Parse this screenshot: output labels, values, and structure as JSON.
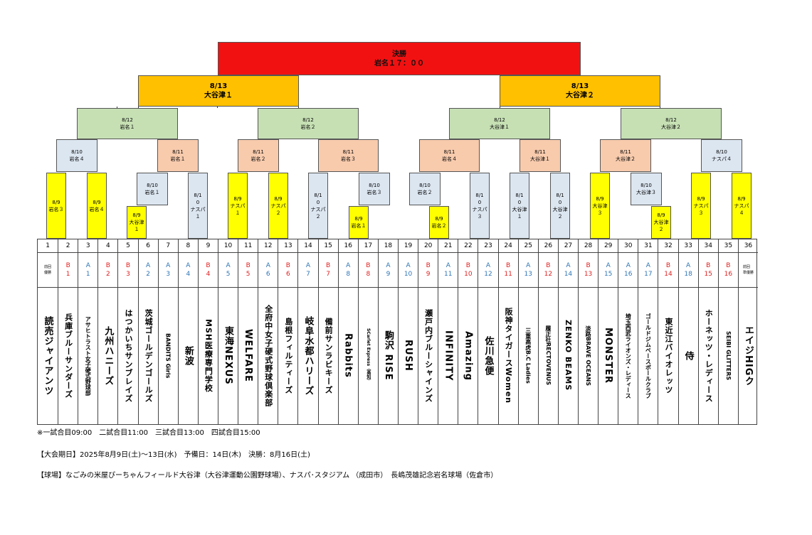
{
  "chart_data": {
    "type": "table",
    "final": {
      "line1": "決勝",
      "line2": "岩名１７：００"
    },
    "semifinals": [
      {
        "line1": "8/13",
        "line2": "大谷津１"
      },
      {
        "line1": "8/13",
        "line2": "大谷津２"
      }
    ],
    "quarterfinals": [
      {
        "line1": "8/12",
        "line2": "岩名１"
      },
      {
        "line1": "8/12",
        "line2": "岩名２"
      },
      {
        "line1": "8/12",
        "line2": "大谷津１"
      },
      {
        "line1": "8/12",
        "line2": "大谷津２"
      }
    ],
    "round16": [
      {
        "line1": "8/10",
        "line2": "岩名４"
      },
      {
        "line1": "8/11",
        "line2": "岩名１"
      },
      {
        "line1": "8/11",
        "line2": "岩名２"
      },
      {
        "line1": "8/11",
        "line2": "岩名３"
      },
      {
        "line1": "8/11",
        "line2": "岩名４"
      },
      {
        "line1": "8/11",
        "line2": "大谷津１"
      },
      {
        "line1": "8/11",
        "line2": "大谷津２"
      },
      {
        "line1": "8/10",
        "line2": "ナスパ４"
      }
    ],
    "round32": [
      {
        "text": "8/9\n岩名３"
      },
      {
        "text": "8/9\n岩名４"
      },
      {
        "text": "8/10\n岩名１"
      },
      {
        "text": "8/1\n0\nナスパ\n１"
      },
      {
        "text": "8/9\nナスパ\n１"
      },
      {
        "text": "8/9\nナスパ\n２"
      },
      {
        "text": "8/1\n0\nナスパ\n２"
      },
      {
        "text": "8/10\n岩名３"
      },
      {
        "text": "8/10\n岩名２"
      },
      {
        "text": "8/1\n0\nナスパ\n３"
      },
      {
        "text": "8/1\n0\n大谷津\n１"
      },
      {
        "text": "8/1\n0\n大谷津\n２"
      },
      {
        "text": "8/9\n大谷津\n３"
      },
      {
        "text": "8/10\n大谷津３"
      },
      {
        "text": "8/9\nナスパ\n３"
      },
      {
        "text": "8/9\nナスパ\n４"
      }
    ],
    "round64": [
      {
        "text": "8/9\n大谷津\n１"
      },
      {
        "text": "8/9\n岩名１"
      },
      {
        "text": "8/9\n岩名２"
      },
      {
        "text": "8/9\n大谷津\n２"
      }
    ],
    "seed_label_left": "前回\n優勝",
    "seed_label_right": "前回\n準優勝",
    "teams": [
      {
        "num": "1",
        "grp": "",
        "seed": "",
        "name": "読売ジャイアンツ"
      },
      {
        "num": "2",
        "grp": "B",
        "seed": "1",
        "name": "兵庫ブルーサンダーズ"
      },
      {
        "num": "3",
        "grp": "A",
        "seed": "1",
        "name": "アサヒトラスト女子硬式野球部"
      },
      {
        "num": "4",
        "grp": "B",
        "seed": "2",
        "name": "九州ハニーズ"
      },
      {
        "num": "5",
        "grp": "B",
        "seed": "3",
        "name": "はつかいちサンブレイズ"
      },
      {
        "num": "6",
        "grp": "A",
        "seed": "2",
        "name": "茨城ゴールデンゴールズ"
      },
      {
        "num": "7",
        "grp": "A",
        "seed": "3",
        "name": "BANDITS Girls"
      },
      {
        "num": "8",
        "grp": "A",
        "seed": "4",
        "name": "新波"
      },
      {
        "num": "9",
        "grp": "B",
        "seed": "4",
        "name": "MSH医療専門学校"
      },
      {
        "num": "10",
        "grp": "A",
        "seed": "5",
        "name": "東海NEXUS"
      },
      {
        "num": "11",
        "grp": "B",
        "seed": "5",
        "name": "WELFARE"
      },
      {
        "num": "12",
        "grp": "A",
        "seed": "6",
        "name": "全府中女子硬式野球倶楽部"
      },
      {
        "num": "13",
        "grp": "B",
        "seed": "6",
        "name": "島根フィルティーズ"
      },
      {
        "num": "14",
        "grp": "A",
        "seed": "7",
        "name": "岐阜水都ハリーズ"
      },
      {
        "num": "15",
        "grp": "B",
        "seed": "7",
        "name": "備前サンラビキーズ"
      },
      {
        "num": "16",
        "grp": "A",
        "seed": "8",
        "name": "Rabbits"
      },
      {
        "num": "17",
        "grp": "B",
        "seed": "8",
        "name": "SCarlet Express（高知）"
      },
      {
        "num": "18",
        "grp": "A",
        "seed": "9",
        "name": "駒沢 RISE"
      },
      {
        "num": "19",
        "grp": "A",
        "seed": "10",
        "name": "RUSH"
      },
      {
        "num": "20",
        "grp": "B",
        "seed": "9",
        "name": "瀬戸内ブルーシャインズ"
      },
      {
        "num": "21",
        "grp": "A",
        "seed": "11",
        "name": "INFINITY"
      },
      {
        "num": "22",
        "grp": "B",
        "seed": "10",
        "name": "Amazing"
      },
      {
        "num": "23",
        "grp": "A",
        "seed": "12",
        "name": "佐川急便"
      },
      {
        "num": "24",
        "grp": "B",
        "seed": "11",
        "name": "阪神タイガースWomen"
      },
      {
        "num": "25",
        "grp": "A",
        "seed": "13",
        "name": "三重高虎B.C Ladies"
      },
      {
        "num": "26",
        "grp": "B",
        "seed": "12",
        "name": "履正社RECTOVENUS"
      },
      {
        "num": "27",
        "grp": "A",
        "seed": "14",
        "name": "ZENKO BEAMS"
      },
      {
        "num": "28",
        "grp": "B",
        "seed": "13",
        "name": "淡路BRAVE OCEANS"
      },
      {
        "num": "29",
        "grp": "A",
        "seed": "15",
        "name": "MONSTER"
      },
      {
        "num": "30",
        "grp": "A",
        "seed": "16",
        "name": "埼玉西武ライオンズ・レディース"
      },
      {
        "num": "31",
        "grp": "A",
        "seed": "17",
        "name": "ゴールドジムベースボールクラブ"
      },
      {
        "num": "32",
        "grp": "B",
        "seed": "14",
        "name": "東近江バイオレッツ"
      },
      {
        "num": "33",
        "grp": "A",
        "seed": "18",
        "name": "侍"
      },
      {
        "num": "34",
        "grp": "B",
        "seed": "15",
        "name": "ホーネッツ・レディース"
      },
      {
        "num": "35",
        "grp": "B",
        "seed": "16",
        "name": "SEIBI GLITTERS"
      },
      {
        "num": "36",
        "grp": "",
        "seed": "",
        "name": "エイジHIGク"
      }
    ],
    "colors": {
      "final": "#f21111",
      "semifinal": "#ffc000",
      "quarterfinal": "#c6e0b4",
      "round_blue": "#dce6f1",
      "round_salmon": "#f8cbad",
      "round_yellow": "#ffff00",
      "group_a": "#2e75b6",
      "group_b": "#e02020"
    }
  },
  "notes": {
    "times": "※一試合目09:00　二試合目11:00　三試合目13:00　四試合目15:00",
    "dates": "【大会期日】2025年8月9日(土)～13日(水)　予備日：14日(木)　決勝：8月16日(土)",
    "venues": "【球場】なごみの米屋ぴーちゃんフィールド大谷津（大谷津運動公園野球場）、ナスパ･スタジアム （成田市）　長嶋茂雄記念岩名球場（佐倉市）"
  }
}
